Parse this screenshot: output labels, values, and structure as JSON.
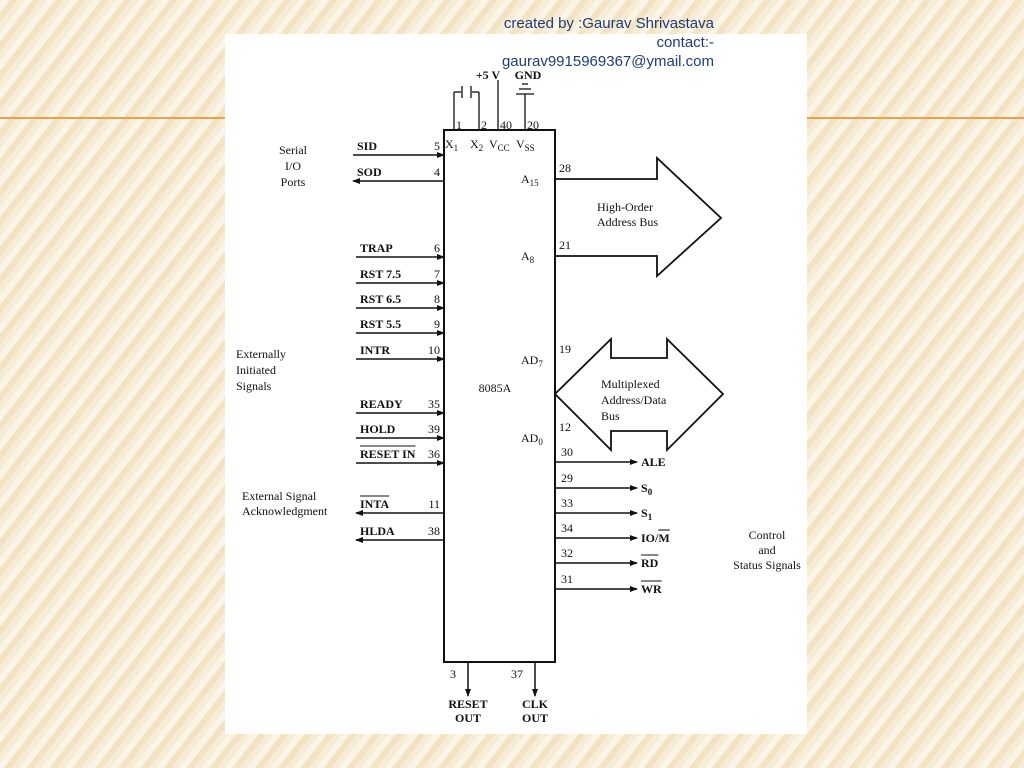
{
  "credit": {
    "line1": "created by :Gaurav Shrivastava",
    "line2": "contact:-",
    "line3": "gaurav9915969367@ymail.com"
  },
  "chip": {
    "name": "8085A"
  },
  "power": {
    "vplus": "+5 V",
    "gnd": "GND"
  },
  "top_pins": [
    {
      "num": "1",
      "name": "X",
      "sub": "1"
    },
    {
      "num": "2",
      "name": "X",
      "sub": "2"
    },
    {
      "num": "40",
      "name": "V",
      "sub": "CC"
    },
    {
      "num": "20",
      "name": "V",
      "sub": "SS"
    }
  ],
  "groups": {
    "serial": [
      "Serial",
      "I/O",
      "Ports"
    ],
    "external": [
      "Externally",
      "Initiated",
      "Signals"
    ],
    "ack": [
      "External Signal",
      "Acknowledgment"
    ],
    "control": [
      "Control",
      "and",
      "Status Signals"
    ],
    "high_bus": [
      "High-Order",
      "Address Bus"
    ],
    "mux_bus": [
      "Multiplexed",
      "Address/Data",
      "Bus"
    ]
  },
  "left_pins": [
    {
      "name": "SID",
      "num": "5",
      "dir": "in"
    },
    {
      "name": "SOD",
      "num": "4",
      "dir": "out"
    },
    {
      "name": "TRAP",
      "num": "6",
      "dir": "in"
    },
    {
      "name": "RST 7.5",
      "num": "7",
      "dir": "in"
    },
    {
      "name": "RST 6.5",
      "num": "8",
      "dir": "in"
    },
    {
      "name": "RST 5.5",
      "num": "9",
      "dir": "in"
    },
    {
      "name": "INTR",
      "num": "10",
      "dir": "in"
    },
    {
      "name": "READY",
      "num": "35",
      "dir": "in"
    },
    {
      "name": "HOLD",
      "num": "39",
      "dir": "in"
    },
    {
      "name": "RESET IN",
      "num": "36",
      "dir": "in",
      "overline": true
    },
    {
      "name": "INTA",
      "num": "11",
      "dir": "out",
      "overline": true
    },
    {
      "name": "HLDA",
      "num": "38",
      "dir": "out"
    }
  ],
  "bus_pins": [
    {
      "name": "A",
      "sub": "15",
      "num": "28"
    },
    {
      "name": "A",
      "sub": "8",
      "num": "21"
    },
    {
      "name": "AD",
      "sub": "7",
      "num": "19"
    },
    {
      "name": "AD",
      "sub": "0",
      "num": "12"
    }
  ],
  "right_pins": [
    {
      "num": "30",
      "name": "ALE",
      "sub": "",
      "bar": ""
    },
    {
      "num": "29",
      "name": "S",
      "sub": "0",
      "bar": ""
    },
    {
      "num": "33",
      "name": "S",
      "sub": "1",
      "bar": ""
    },
    {
      "num": "34",
      "name": "IO/",
      "sub": "",
      "bar": "M"
    },
    {
      "num": "32",
      "name": "",
      "sub": "",
      "bar": "RD"
    },
    {
      "num": "31",
      "name": "",
      "sub": "",
      "bar": "WR"
    }
  ],
  "bottom_pins": [
    {
      "num": "3",
      "label": [
        "RESET",
        "OUT"
      ]
    },
    {
      "num": "37",
      "label": [
        "CLK",
        "OUT"
      ]
    }
  ]
}
